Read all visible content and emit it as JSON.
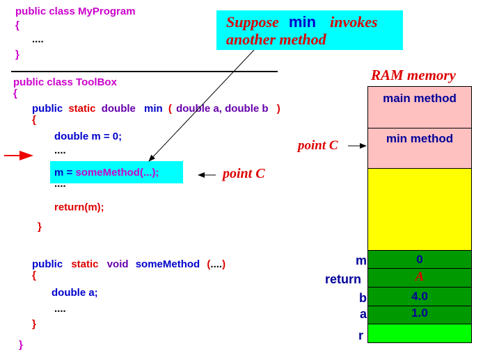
{
  "myprogram": {
    "header": "public class MyProgram",
    "open": "{",
    "dots": "....",
    "close": "}"
  },
  "toolbox": {
    "header": "public class ToolBox",
    "open": "{",
    "min_sig": {
      "public": "public",
      "static": "static",
      "double": "double",
      "name": "min",
      "paren_open": "(",
      "params": "double a, double b",
      "paren_close": ")"
    },
    "min_open": "{",
    "decl": "double m = 0;",
    "dots1": "....",
    "call_lhs": "m = ",
    "call_rhs": "someMethod(...);",
    "dots2": "....",
    "ret": "return(m);",
    "min_close": "}",
    "some_sig": {
      "public": "public",
      "static": "static",
      "void": "void",
      "name": "someMethod",
      "paren_open": "(",
      "dots": "....",
      "paren_close": ")"
    },
    "some_open": "{",
    "some_decl": "double a;",
    "some_dots": "....",
    "some_close": "}",
    "class_close": "}"
  },
  "callout": {
    "line1_a": "Suppose",
    "line1_b": "min",
    "line1_c": "invokes",
    "line2": "another method"
  },
  "point_c_code": "point C",
  "point_c_ram": "point C",
  "ram": {
    "title": "RAM memory",
    "frames": [
      {
        "label": "main method",
        "color": "#ffc0c0"
      },
      {
        "label": "min method",
        "color": "#ffc0c0"
      },
      {
        "label": "",
        "color": "#ffff00"
      }
    ],
    "cells": [
      {
        "name": "m",
        "value": "0",
        "color": "#009900"
      },
      {
        "name": "return",
        "value": "A",
        "color": "#009900"
      },
      {
        "name": "b",
        "value": "4.0",
        "color": "#009900"
      },
      {
        "name": "a",
        "value": "1.0",
        "color": "#009900"
      },
      {
        "name": "r",
        "value": "",
        "color": "#00ff00"
      }
    ]
  },
  "colors": {
    "highlight": "#00ffff",
    "frame_pink": "#ffc0c0",
    "free_yellow": "#ffff00",
    "cell_green": "#009900",
    "cell_lime": "#00ff00"
  }
}
